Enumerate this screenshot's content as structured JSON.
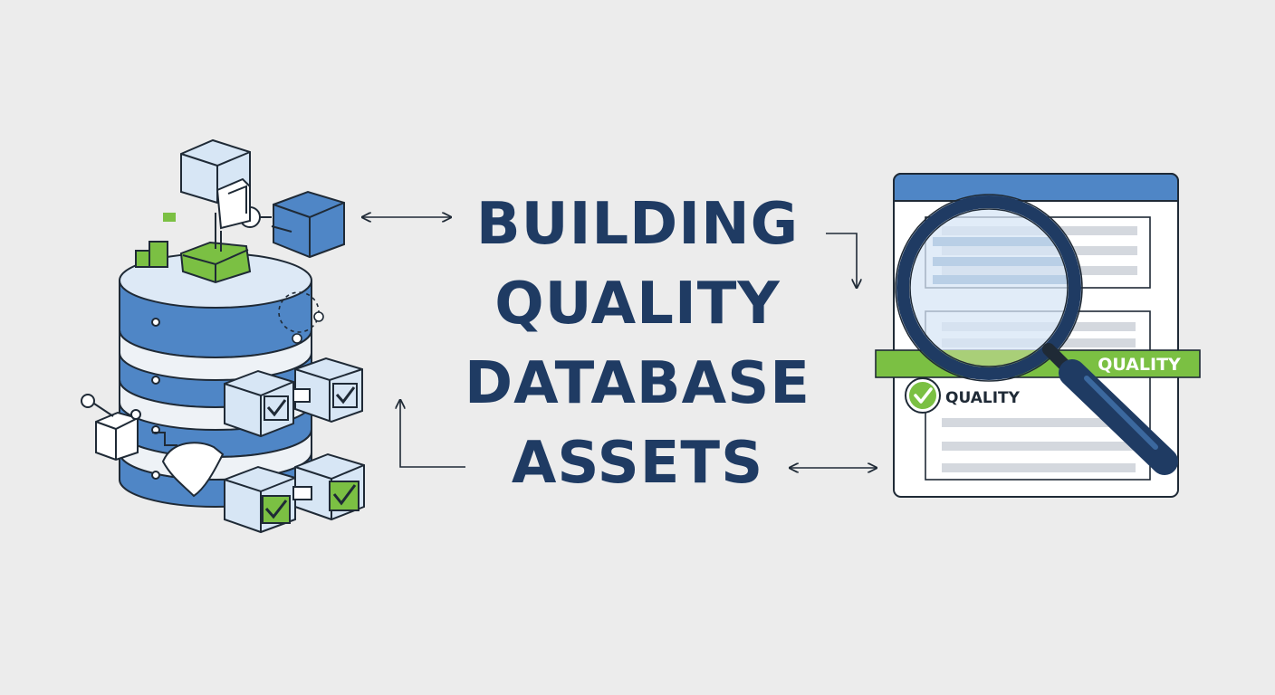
{
  "title": {
    "lines": [
      "BUILDING",
      "QUALITY",
      "DATABASE",
      "ASSETS"
    ]
  },
  "document": {
    "quality_band_label": "QUALITY",
    "check_label": "QUALITY"
  },
  "colors": {
    "background": "#ececec",
    "navy": "#1f3b63",
    "blue": "#4f86c6",
    "light_blue": "#d7e6f5",
    "green": "#7bc043",
    "gray_text_line": "#d4d8de"
  },
  "icons": [
    "database-icon",
    "cube-icon",
    "checkmark-icon",
    "magnifying-glass-icon",
    "document-icon",
    "double-arrow-icon",
    "elbow-arrow-icon"
  ]
}
